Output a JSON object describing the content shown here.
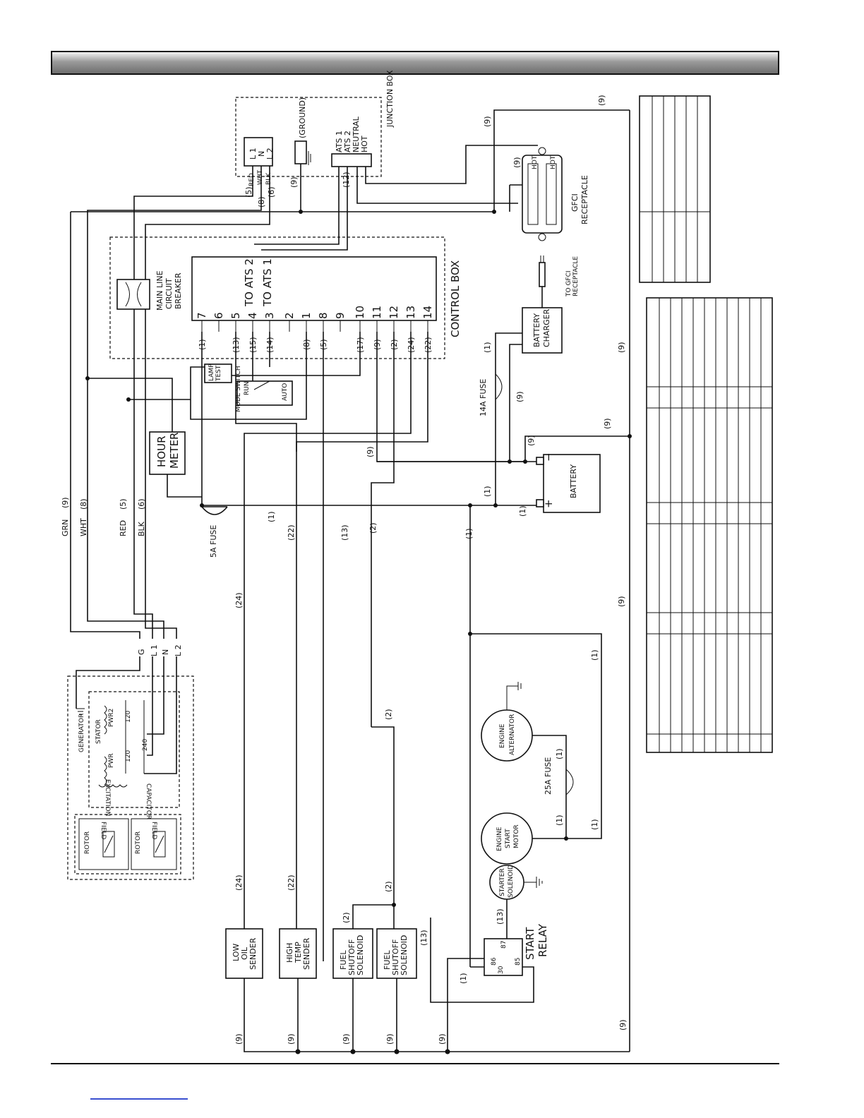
{
  "labels": {
    "junction_box": "JUNCTION BOX",
    "ground": "(GROUND)",
    "l1": "L 1",
    "n": "N",
    "l2": "L 2",
    "ats1": "ATS 1",
    "ats2": "ATS 2",
    "neutral": "NEUTRAL",
    "hot": "HOT",
    "red": "RED",
    "wht": "WHT",
    "blk": "BLK",
    "grn": "GRN",
    "gfci": "GFCI",
    "receptacle": "RECEPTACLE",
    "main_line": "MAIN LINE",
    "circuit": "CIRCUIT",
    "breaker": "BREAKER",
    "to_ats2": "TO ATS 2",
    "to_ats1": "TO ATS 1",
    "control_box": "CONTROL BOX",
    "to_gfci": "TO GFCI",
    "to_gfci_recept": "RECEPTACLE",
    "battery_charger_1": "BATTERY",
    "battery_charger_2": "CHARGER",
    "fuse_14a": "14A FUSE",
    "fuse_5a": "5A FUSE",
    "fuse_25a": "25A FUSE",
    "lamp_test_1": "LAMP",
    "lamp_test_2": "TEST",
    "run": "RUN",
    "auto": "AUTO",
    "mode_switch": "MODE SWITCH",
    "hour_meter_1": "HOUR",
    "hour_meter_2": "METER",
    "battery": "BATTERY",
    "engine_alt_1": "ENGINE",
    "engine_alt_2": "ALTERNATOR",
    "engine_start_1": "ENGINE",
    "engine_start_2": "START",
    "engine_start_3": "MOTOR",
    "starter_sol_1": "STARTER",
    "starter_sol_2": "SOLENOID",
    "start_relay_1": "START",
    "start_relay_2": "RELAY",
    "low_oil_1": "LOW",
    "low_oil_2": "OIL",
    "low_oil_3": "SENDER",
    "high_temp_1": "HIGH",
    "high_temp_2": "TEMP",
    "high_temp_3": "SENDER",
    "fuel_1": "FUEL",
    "fuel_2": "SHUTOFF",
    "fuel_3": "SOLENOID",
    "generator": "GENERATOR",
    "stator": "STATOR",
    "pwr": "PWR",
    "pwr2": "PWR2",
    "excitation": "EXCITATION",
    "capacitor": "CAPACITOR",
    "rotor": "ROTOR",
    "field": "FIELD",
    "v120": "120",
    "v240": "240",
    "g": "G",
    "l1b": "L 1",
    "nb": "N",
    "l2b": "L 2",
    "relay_86": "86",
    "relay_87": "87",
    "relay_30": "30",
    "relay_85": "85",
    "plus": "+",
    "minus": "−"
  },
  "terminals": [
    "7",
    "6",
    "5",
    "4",
    "3",
    "2",
    "1",
    "8",
    "9",
    "10",
    "11",
    "12",
    "13",
    "14"
  ],
  "wires": {
    "w1": "(1)",
    "w2": "(2)",
    "w5": "(5)",
    "w6": "(6)",
    "w8": "(8)",
    "w9": "(9)",
    "w12": "(12)",
    "w13": "(13)",
    "w14": "(14)",
    "w15": "(15)",
    "w17": "(17)",
    "w22": "(22)",
    "w24": "(24)"
  },
  "plain_wires": {
    "p5": "(5)",
    "p6": "(6)",
    "p8": "(8)",
    "p9": "(9)"
  }
}
